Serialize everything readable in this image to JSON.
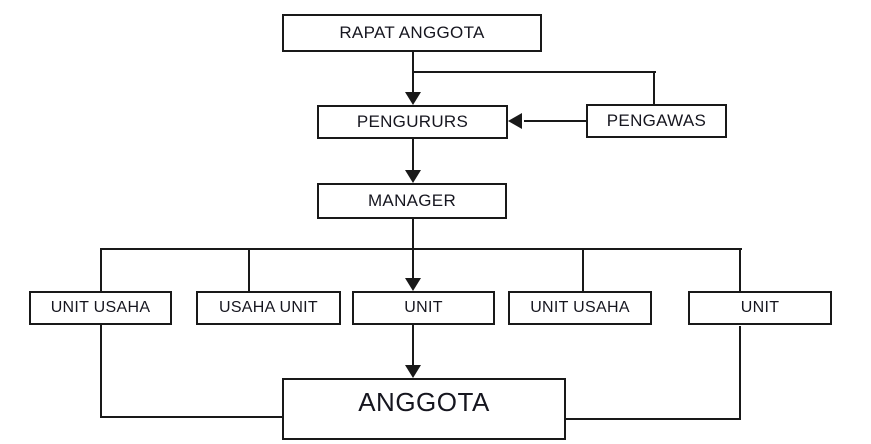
{
  "diagram": {
    "type": "org-chart",
    "colors": {
      "background": "#ffffff",
      "line": "#191919",
      "text": "#16161f"
    },
    "nodes": {
      "rapat_anggota": {
        "label": "RAPAT ANGGOTA"
      },
      "pengurus": {
        "label": "PENGURURS"
      },
      "pengawas": {
        "label": "PENGAWAS"
      },
      "manager": {
        "label": "MANAGER"
      },
      "unit1": {
        "label": "UNIT USAHA"
      },
      "unit2": {
        "label": "USAHA UNIT"
      },
      "unit3": {
        "label": "UNIT"
      },
      "unit4": {
        "label": "UNIT USAHA"
      },
      "unit5": {
        "label": "UNIT"
      },
      "anggota": {
        "label": "ANGGOTA"
      }
    },
    "edges": [
      {
        "from": "RAPAT ANGGOTA",
        "to": "PENGURURS",
        "type": "arrow-down"
      },
      {
        "from": "RAPAT ANGGOTA",
        "to": "PENGAWAS",
        "type": "line"
      },
      {
        "from": "PENGAWAS",
        "to": "PENGURURS",
        "type": "arrow-left"
      },
      {
        "from": "PENGURURS",
        "to": "MANAGER",
        "type": "arrow-down"
      },
      {
        "from": "MANAGER",
        "to": "UNIT USAHA (1)",
        "type": "line"
      },
      {
        "from": "MANAGER",
        "to": "USAHA UNIT (2)",
        "type": "line"
      },
      {
        "from": "MANAGER",
        "to": "UNIT (3)",
        "type": "arrow-down"
      },
      {
        "from": "MANAGER",
        "to": "UNIT USAHA (4)",
        "type": "line"
      },
      {
        "from": "MANAGER",
        "to": "UNIT (5)",
        "type": "line"
      },
      {
        "from": "UNIT (3)",
        "to": "ANGGOTA",
        "type": "arrow-down"
      },
      {
        "from": "UNIT USAHA (1)",
        "to": "ANGGOTA",
        "type": "line"
      },
      {
        "from": "UNIT (5)",
        "to": "ANGGOTA",
        "type": "line"
      }
    ]
  }
}
